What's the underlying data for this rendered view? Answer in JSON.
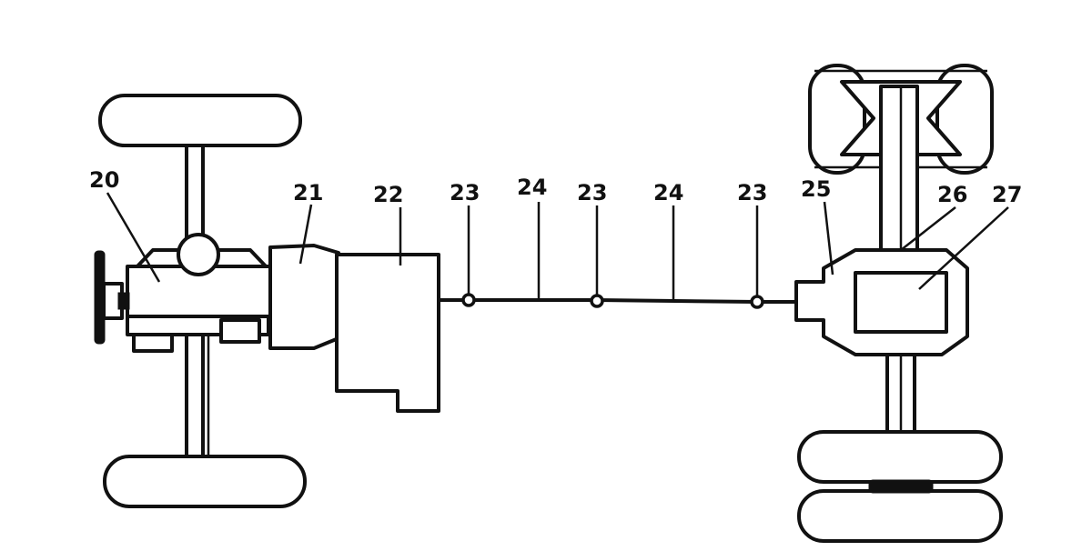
{
  "diagram": {
    "labels": {
      "engine": "20",
      "clutch": "21",
      "gearbox": "22",
      "joint_front": "23",
      "shaft_front": "24",
      "joint_middle": "23",
      "shaft_rear": "24",
      "joint_rear": "23",
      "final_drive": "25",
      "differential_housing": "26",
      "differential": "27"
    },
    "colors": {
      "stroke": "#111111",
      "fill": "#ffffff"
    }
  }
}
